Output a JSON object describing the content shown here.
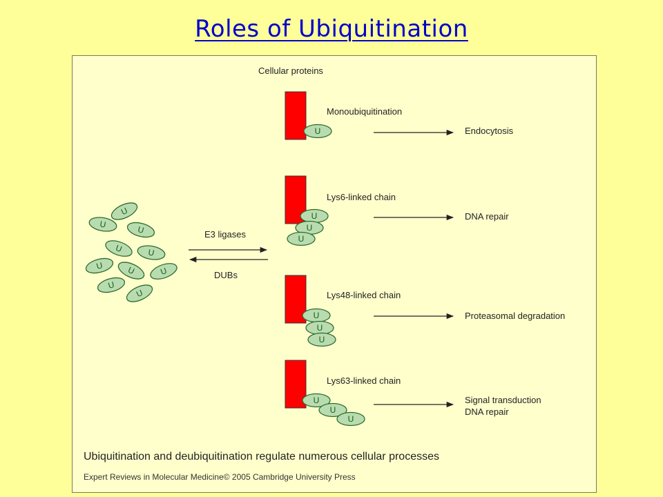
{
  "title": "Roles of Ubiquitination",
  "cellular_proteins_label": "Cellular proteins",
  "ubiquitin_letter": "U",
  "exchange": {
    "forward_label": "E3 ligases",
    "reverse_label": "DUBs"
  },
  "rows": [
    {
      "chain_label": "Monoubiquitination",
      "outcome": [
        "Endocytosis"
      ]
    },
    {
      "chain_label": "Lys6-linked chain",
      "outcome": [
        "DNA repair"
      ]
    },
    {
      "chain_label": "Lys48-linked chain",
      "outcome": [
        "Proteasomal degradation"
      ]
    },
    {
      "chain_label": "Lys63-linked chain",
      "outcome": [
        "Signal transduction",
        "DNA repair"
      ]
    }
  ],
  "caption": "Ubiquitination and deubiquitination regulate numerous cellular processes",
  "credit": "Expert Reviews in Molecular Medicine© 2005 Cambridge University Press",
  "colors": {
    "background": "#ffff99",
    "figure_background": "#ffffcc",
    "title": "#0000cc",
    "protein": "#ff0000",
    "ubiquitin_fill": "#b8dcb0",
    "ubiquitin_stroke": "#2e6b2e"
  }
}
